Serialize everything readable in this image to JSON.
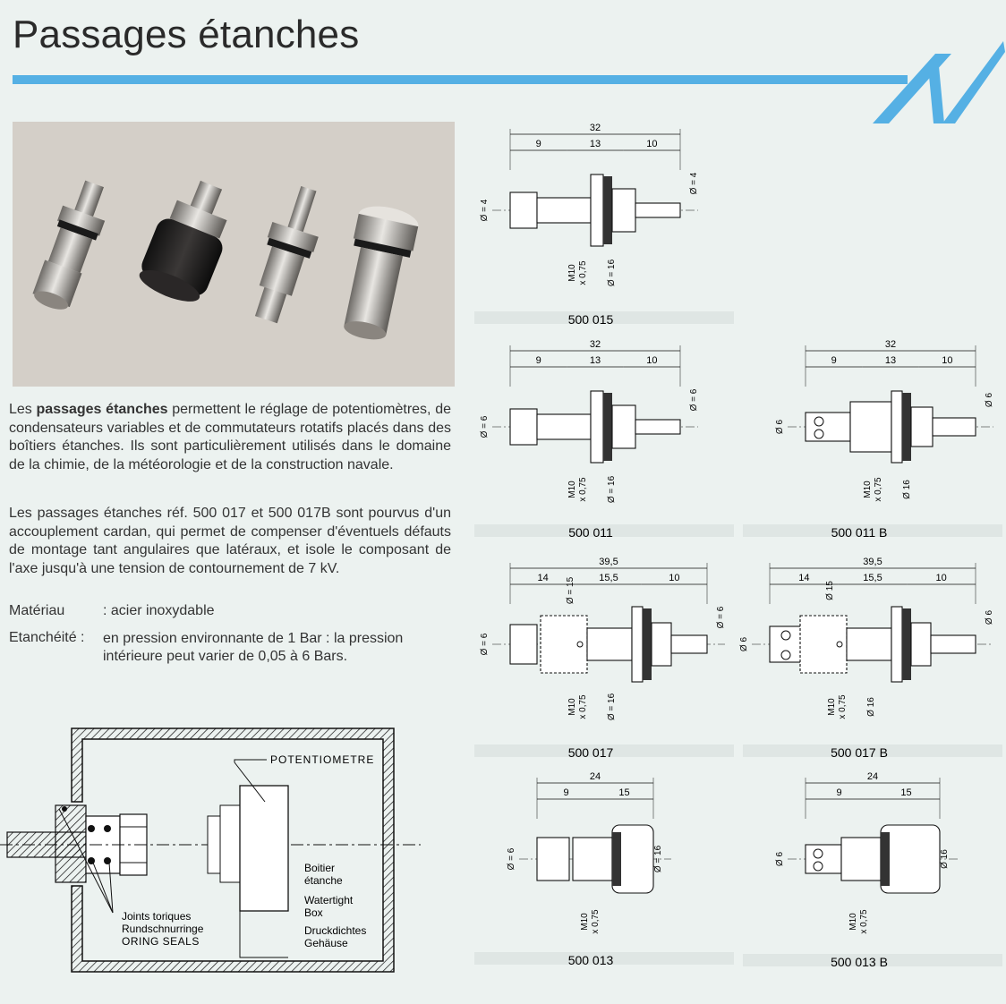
{
  "page": {
    "title": "Passages étanches",
    "accent_color": "#55b0e4",
    "logo": "AN-logo"
  },
  "intro": {
    "lead": "Les ",
    "bold": "passages étanches",
    "rest": " permettent le réglage de potentiomètres, de condensateurs variables et de commutateurs rotatifs placés dans des boîtiers étanches. Ils sont particulièrement utilisés dans le domaine de la chimie, de la météorologie et de la construction navale.",
    "para2": "Les passages étanches réf. 500 017 et 500 017B sont pourvus d'un accouplement cardan, qui permet de compenser d'éventuels défauts de montage tant angulaires que latéraux, et isole le composant de l'axe jusqu'à une tension de contournement de 7 kV."
  },
  "specs": {
    "material_label": "Matériau",
    "material_value": ": acier inoxydable",
    "seal_label": "Etanchéité :",
    "seal_value": "en pression environnante de 1 Bar : la pression intérieure peut varier de 0,05 à 6 Bars."
  },
  "diagram": {
    "potentiometre": "POTENTIOMETRE",
    "boitier": [
      "Boitier",
      "étanche"
    ],
    "watertight": [
      "Watertight",
      "Box"
    ],
    "druck": [
      "Druckdichtes",
      "Gehäuse"
    ],
    "joints": [
      "Joints toriques",
      "Rundschnurringe",
      "ORING SEALS"
    ]
  },
  "drawings": [
    {
      "ref": "500 015",
      "dims": {
        "total": "32",
        "a": "9",
        "b": "13",
        "c": "10",
        "d_left": "Ø = 4",
        "d_right": "Ø = 4",
        "thread": [
          "M10",
          "x 0,75"
        ],
        "d_body": "Ø = 16"
      }
    },
    {
      "ref": "500 011",
      "dims": {
        "total": "32",
        "a": "9",
        "b": "13",
        "c": "10",
        "d_left": "Ø = 6",
        "d_right": "Ø = 6",
        "thread": [
          "M10",
          "x 0,75"
        ],
        "d_body": "Ø = 16"
      }
    },
    {
      "ref": "500 011 B",
      "dims": {
        "total": "32",
        "a": "9",
        "b": "13",
        "c": "10",
        "d_left": "Ø 6",
        "d_right": "Ø 6",
        "thread": [
          "M10",
          "x 0,75"
        ],
        "d_body": "Ø 16"
      }
    },
    {
      "ref": "500 017",
      "dims": {
        "total": "39,5",
        "a": "14",
        "b": "15,5",
        "c": "10",
        "d_left": "Ø = 6",
        "d_right": "Ø = 6",
        "d_cup": "Ø = 15",
        "thread": [
          "M10",
          "x 0,75"
        ],
        "d_body": "Ø = 16"
      }
    },
    {
      "ref": "500 017 B",
      "dims": {
        "total": "39,5",
        "a": "14",
        "b": "15,5",
        "c": "10",
        "d_left": "Ø 6",
        "d_right": "Ø 6",
        "d_cup": "Ø 15",
        "thread": [
          "M10",
          "x 0,75"
        ],
        "d_body": "Ø 16"
      }
    },
    {
      "ref": "500 013",
      "dims": {
        "total": "24",
        "a": "9",
        "b": "15",
        "d_left": "Ø = 6",
        "d_body": "Ø = 16",
        "thread": [
          "M10",
          "x 0,75"
        ]
      }
    },
    {
      "ref": "500 013 B",
      "dims": {
        "total": "24",
        "a": "9",
        "b": "15",
        "d_left": "Ø 6",
        "d_body": "Ø 16",
        "thread": [
          "M10",
          "x 0,75"
        ]
      }
    }
  ]
}
